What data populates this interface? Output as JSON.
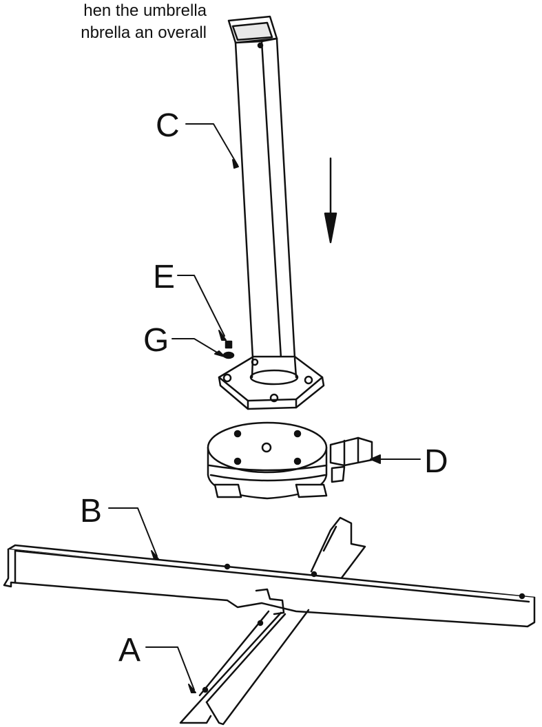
{
  "header": {
    "line1": "hen the umbrella",
    "line2": "nbrella an overall"
  },
  "labels": {
    "a": "A",
    "b": "B",
    "c": "C",
    "d": "D",
    "e": "E",
    "g": "G"
  },
  "colors": {
    "ink": "#111111",
    "paper": "#ffffff",
    "shade": "#d9d9d9"
  }
}
